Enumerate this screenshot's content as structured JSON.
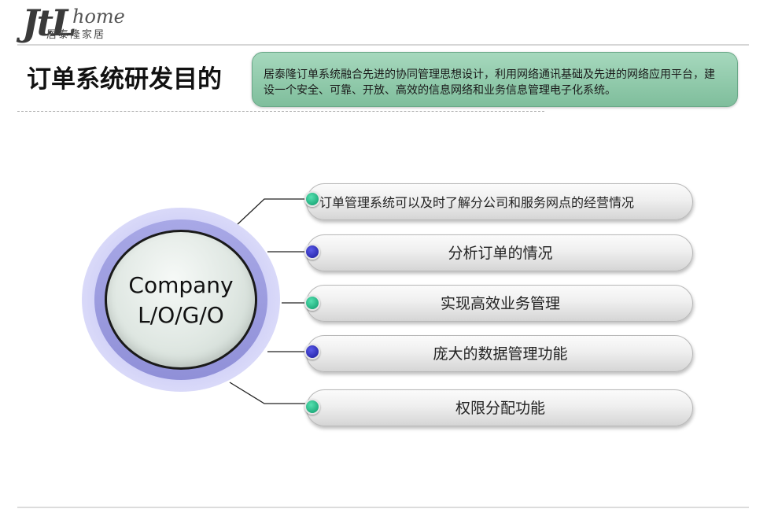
{
  "header": {
    "logo_script": "JtL",
    "logo_home": "home",
    "logo_sub": "居泰隆家居"
  },
  "title": "订单系统研发目的",
  "callout": {
    "text": "居泰隆订单系统融合先进的协同管理思想设计，利用网络通讯基础及先进的网络应用平台，建设一个安全、可靠、开放、高效的信息网络和业务信息管理电子化系统。"
  },
  "center_logo": {
    "line1": "Company",
    "line2": "L/O/G/O"
  },
  "items": [
    {
      "label": "订单管理系统可以及时了解分公司和服务网点的经营情况",
      "dot_color": "#0c9a6a"
    },
    {
      "label": "分析订单的情况",
      "dot_color": "#1a1a9c"
    },
    {
      "label": "实现高效业务管理",
      "dot_color": "#0c9a6a"
    },
    {
      "label": "庞大的数据管理功能",
      "dot_color": "#1a1a9c"
    },
    {
      "label": "权限分配功能",
      "dot_color": "#0c9a6a"
    }
  ],
  "colors": {
    "callout_bg": "#8fcaa9",
    "circle_ring": "#9c9cde"
  }
}
